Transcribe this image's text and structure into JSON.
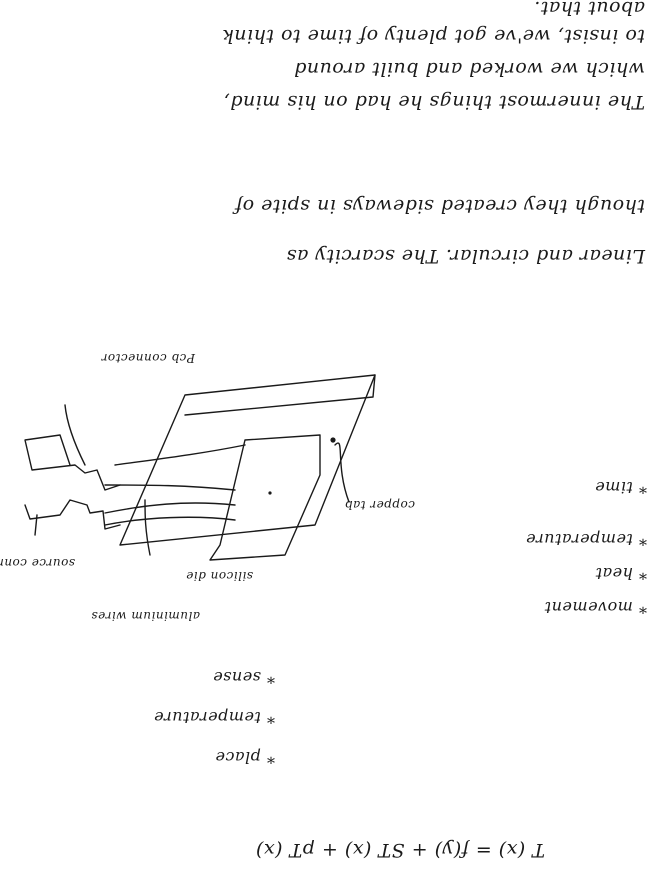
{
  "notes": {
    "paragraph_1": [
      "The innermost things he had on his mind,",
      "to insist, we've got plenty of time to think",
      "about that."
    ],
    "paragraph_1_inline": "which we worked and built around",
    "paragraph_2": [
      "Linear and circular. The scarcity as",
      "though they created sideways in spite of"
    ],
    "diagram_labels": {
      "top_connector": "Pcb connector",
      "copper_tab": "copper tab",
      "silicon_die": "silicon die",
      "aluminium_wires": "aluminium wires",
      "source_connector": "source connector"
    },
    "list_1": [
      "* time",
      "* temperature",
      "* heat",
      "* movement"
    ],
    "list_2": [
      "* sense",
      "* temperature",
      "* place"
    ],
    "formula": "T (x) = f(y) + ST (x) + pT (x)"
  }
}
